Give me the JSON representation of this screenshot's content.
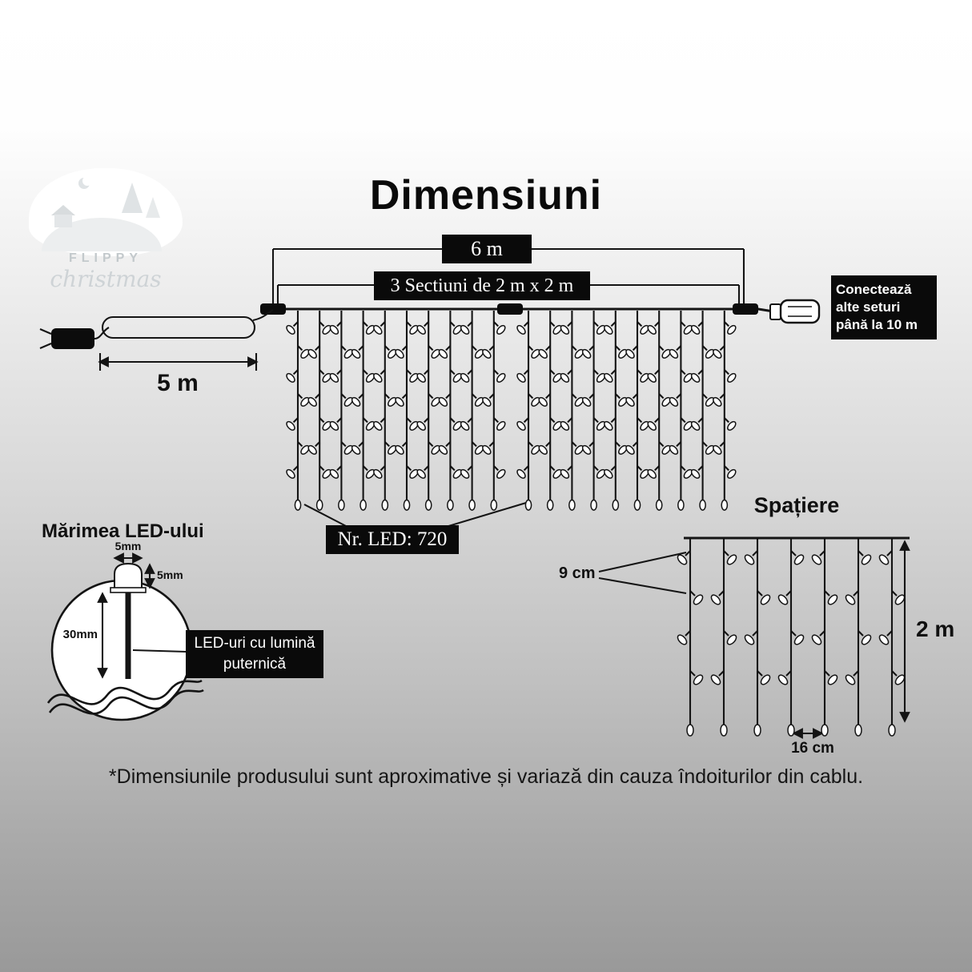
{
  "title": "Dimensiuni",
  "logo": {
    "brand": "FLIPPY",
    "sub": "christmas"
  },
  "top_diagram": {
    "total_width_label": "6 m",
    "sections_label": "3  Sectiuni de  2 m x 2 m",
    "lead_label": "5 m",
    "connect_label": "Conectează alte seturi până la 10 m",
    "led_count_label": "Nr. LED:  720"
  },
  "figure": {
    "sections": 2,
    "drops_per_section": 10,
    "bulbs_per_drop": 8
  },
  "led_size": {
    "heading": "Mărimea LED-ului",
    "cap_width": "5mm",
    "cap_height": "5mm",
    "body_length": "30mm",
    "note": "LED-uri cu lumină puternică"
  },
  "spacing": {
    "heading": "Spațiere",
    "vertical_gap": "9 cm",
    "curtain_height": "2 m",
    "horizontal_gap": "16 cm",
    "drops": 7,
    "bulbs_per_drop": 5
  },
  "footnote": "*Dimensiunile produsului sunt aproximative și variază din cauza îndoiturilor din cablu."
}
